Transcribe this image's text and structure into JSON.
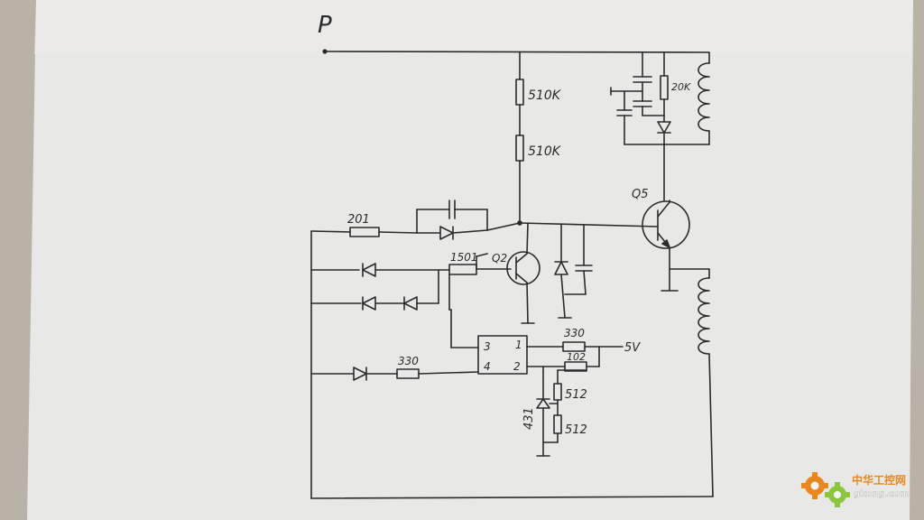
{
  "schematic": {
    "rail_label": "P",
    "resistors": {
      "r_top1": "510K",
      "r_top2": "510K",
      "r_20k": "20K",
      "r_201": "201",
      "r_1501": "1501",
      "r_330_bottom": "330",
      "r_330_5v": "330",
      "r_102": "102",
      "r_512a": "512",
      "r_512b": "512"
    },
    "transistors": {
      "q2": "Q2",
      "q5": "Q5"
    },
    "optocoupler_pins": {
      "p1": "1",
      "p2": "2",
      "p3": "3",
      "p4": "4"
    },
    "regulator": "431",
    "supply": "5V"
  },
  "watermark": {
    "site_cn": "中华工控网",
    "site_url": "gkong.com"
  },
  "colors": {
    "paper": "#e9e9e7",
    "background": "#b9b2a6",
    "ink": "#2b2b2b",
    "logo_orange": "#e8871e",
    "logo_green": "#8cc63f"
  }
}
